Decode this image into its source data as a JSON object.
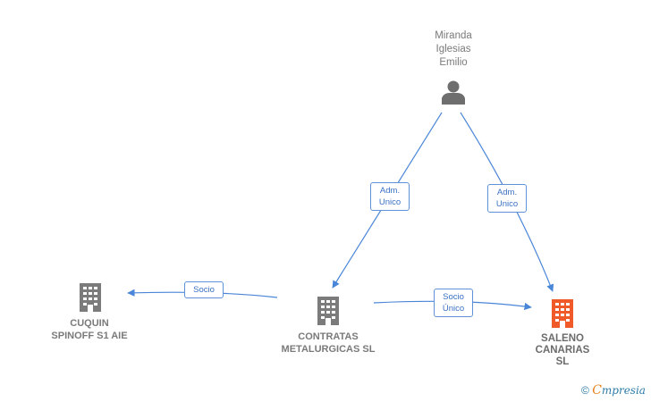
{
  "nodes": {
    "person": {
      "lines": [
        "Miranda",
        "Iglesias",
        "Emilio"
      ]
    },
    "contratas": {
      "lines": [
        "CONTRATAS",
        "METALURGICAS SL"
      ]
    },
    "cuquin": {
      "lines": [
        "CUQUIN",
        "SPINOFF S1 AIE"
      ]
    },
    "saleno": {
      "lines": [
        "SALENO",
        "CANARIAS",
        "SL"
      ]
    }
  },
  "edges": {
    "person_contratas": {
      "lines": [
        "Adm.",
        "Unico"
      ]
    },
    "person_saleno": {
      "lines": [
        "Adm.",
        "Unico"
      ]
    },
    "contratas_cuquin": {
      "lines": [
        "Socio"
      ]
    },
    "contratas_saleno": {
      "lines": [
        "Socio",
        "Único"
      ]
    }
  },
  "brand": {
    "copyright": "©",
    "initial": "C",
    "rest": "mpresia"
  },
  "colors": {
    "edge": "#4a86d8",
    "company": "#7b7b7b",
    "highlight_company": "#f05a28",
    "person": "#6e6e6e"
  }
}
